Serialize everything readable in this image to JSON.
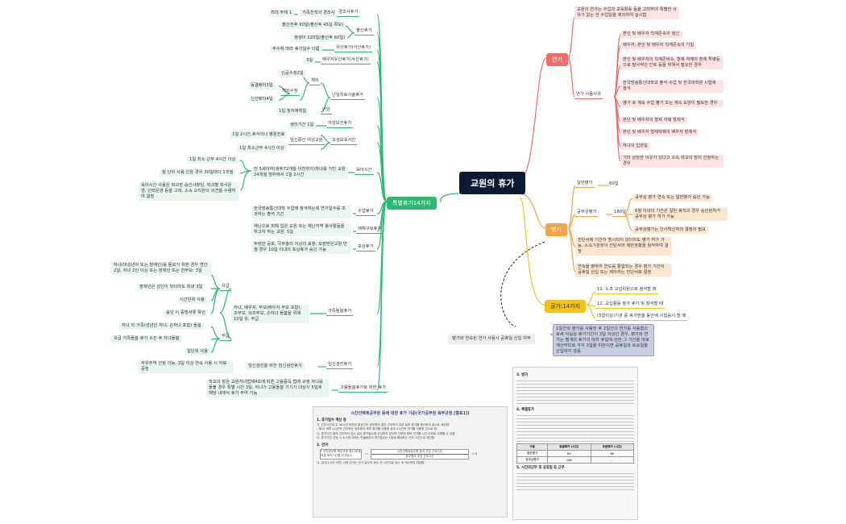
{
  "center": "교원의 휴가",
  "branches": {
    "special": "특별휴가14가지",
    "annual": "연가",
    "sick": "병가",
    "official": "공가:14가지",
    "note_left": "병가와 연속된 연가 사용시 공휴일 산입 여부",
    "note_right": "1일간의 병가를 사용한 후 2일간의 연가를 사용함으로써 사실상 휴가기간이 3일 이상인 경우, 병가와 연가는 별개의 휴가의 따라 휴일에 상한 그 기간을 따로 계산하므로 각각 3일을 미만이면 공휴일과 토요일을 산입하지 않음."
  },
  "special": {
    "items": [
      {
        "label": "경조사휴가",
        "children": [
          "가족친척의 경조사",
          "최대 주체 1"
        ]
      },
      {
        "label": "출산휴가",
        "children": [
          "출산전후 90일(출산후 45일 확보)",
          "쌍생아 120일(출산후 60일)"
        ]
      },
      {
        "label": "유산휴가(사산휴가)",
        "children": [
          "주수에 따라 휴가일수 다름"
        ]
      },
      {
        "label": "배우자유산휴가(사산휴가)",
        "children": [
          "3일"
        ]
      },
      {
        "label": "난임치료시술휴가",
        "children": [
          "체외",
          "인공수정2일",
          "동결배아3일",
          "체외수정",
          "신선배아4일",
          "난임",
          "1일,정자채취일"
        ]
      },
      {
        "label": "여성보건휴가",
        "children": [
          "생리기간 1일"
        ]
      },
      {
        "label": "모성보호시간",
        "children": [
          "임신중인 여성교원",
          "1일 2시간,휴식이나 병원진료",
          "1일 최소근무 4시간 이상"
        ]
      },
      {
        "label": "육아시간",
        "children": [
          "만 5세이하(생후72개월 이전까지)자녀를 가진 교원 24개월 범위에서 1일 2시간",
          "1일 최소 근무 4시간 이상",
          "월 단위 사용 인원 경우 30일마다 1개월",
          "육아시간 사용은 학교장 승인사항임, 학교별 학사운영, 인력운영 등을 고려, 소속 교직원의 의견을 수렴하여 결정"
        ]
      },
      {
        "label": "수업휴가",
        "children": [
          "한국방송통신대학 수업에 참석하는데 연가일수를 초과하는 출석 기간"
        ]
      },
      {
        "label": "재해구호휴가",
        "children": [
          "재난으로 피해 입은 교원 또는 재난지역 봉사활동을 하고자 하는 교원, 5일"
        ]
      },
      {
        "label": "포상휴가",
        "children": [
          "뚜렷한 공로, 국무총리 이상의 표창, 포장받은교원 연월 경우 10일 이내의 포상휴가 승인 가능"
        ]
      },
      {
        "label": "가족돌봄휴가",
        "children": [
          "자녀, 배우자, 부모(배우자 부모 포함), 조부모, 외조부모, 손자녀 돌봄을 위해 10일 유, 무급",
          "유급",
          "자녀(미성년자 또는 장애인)를 돌보기 위한 경우 연간 2일, 자녀 2인 이상 또는 장애인 또는 한부모: 3일",
          "장애인은 성인이 되더라도 최대 3일",
          "시간단위 사용",
          "승인 시 증빙서류 확인",
          "무급",
          "자녀 외 가족(성년인 자녀, 손자녀 포함) 돌봄",
          "유급 가족돌봄 휴가 소진 후 자녀돌봄",
          "일단위 사용"
        ]
      },
      {
        "label": "임신검진휴가",
        "children": [
          "임신검진을 위한 임신검진휴가",
          "자유무역 선정 가능, 3일 이상 연속 사용 시 자료 증빙"
        ]
      },
      {
        "label": "고용돌봄휴가로 위한 휴가",
        "children": [
          "학교의 장은 교원자녀법제4조에 따른 고용중독 법에 규정 자녀를 돌볼 경우 특별 시간 3일, 자녀가 고용돌봄 기기가 대상시 5일에 해당 내에서 휴가 부여 가능"
        ]
      }
    ]
  },
  "annual": {
    "top": "교원의 연가는 수업과 교육활동 등을 고려하여 특별한 사유가 없는 한 수업일을 제외하여 실시함",
    "reason_label": "연가 사용사유",
    "reasons": [
      "본인 및 배우자 직계존속의 생신",
      "배우자, 본인 및 배우자 직계존속의 기일",
      "본인 및 배우자의 직계존비속, 형제 자매의 혼례 투병등으로 필사적인 간호 등을 위해서 필요한 경우",
      "한국방송통신대학교 출석 수업 및 한국대학원 시험에 참석",
      "병가 로 계속 수업 불가 또는 계속 요양이 필요한 경우",
      "본인 및 배우자의 형제 자매 장례식",
      "본인 및 배우자 형제자매의 배우자 장례식",
      "자녀의 입영일",
      "기타 상당한 이유가 있다고 소속 학교의 장이 인정하는 경우"
    ]
  },
  "sick": {
    "general": "일반병가",
    "general_days": "60일",
    "official_sick": "공무상병가",
    "official_days": "180일",
    "official_items": [
      "공무상 병가 연속 또는 일반병가 승인 가능",
      "6월 이내의 기간은 일반 휴직의 경우 승인된자가 공무상 병가 허가 가능",
      "공무상병가는 인사혁신처의 결정이 필요"
    ],
    "diag": "진단서에 기간이 명시되지 않더라도 병가 허가 가능, 소속기관장이 진단서와 제반정황을 참작하여 결정",
    "holiday": "연속을 병하여 연도를 통일되는 경우 병가 기간이 공휴일 산입 또는 제외하는 진단서로 결정"
  },
  "official": {
    "items": [
      "11. 노조 교섭위원으로 참석할 때",
      "12. 교섭활동 참가 휴가 및 참석할 때",
      "(5급이상)기관 중 휴가받을 동안에 시험응시 할 때"
    ]
  },
  "doc1": {
    "title": "시간선택제공무원 등에 대한 휴가 기준(국가공무원 복무규정 [별표1])",
    "sections": [
      "1. 휴가일수 계산 등",
      "2. 연가"
    ],
    "lines": [
      "가. 근무시간이 주 40시간 미만인 통상근무 공무원의 경우 근무하지 않은 날과 휴가를 합산하여 일수로 계산함.",
      "- 예시) 하루 4시간씩 근무하는 공무원이 하루 휴가를 사용한 경우 4시간의 연가를 사용한 것으로 함.",
      "나. 휴가기간 중의 근무하지 않는 날은 휴가일수에 산입하지 않으며 단위에 따라 연가를 시간 단위로 사용할 수 있음.",
      "다. 휴가기간 산정 시 소수점 이하는 반올림하고 휴가일수는 1일에 해당하는 근무 시간으로 계산함."
    ],
    "formula_left": "* 국가공무원 복무규정 제15조에 따른 재직기간별 연가일수",
    "formula_mid": "시간선택제공무원 등의 주당 근무시간",
    "formula_den": "공무원의 주당 근무시간",
    "formula_times": "×",
    "formula_eq": "× 8",
    "last": "나. 절삭(1시간 미만) 사용 연가는 연가 일수의 정수 전 시간으로 정수 후 계산하여 차감함."
  },
  "doc2": {
    "sections": [
      "3. 병가",
      "4. 특별휴가",
      "5. 시간외근무 및 공휴일 등 근무"
    ],
    "table_head": [
      "구분",
      "유급병가 (시간)",
      "무급병가 (시간)"
    ],
    "table_rows": [
      [
        "일반병가",
        "60",
        "60"
      ],
      [
        "공무상병가",
        "180",
        "-"
      ]
    ]
  }
}
